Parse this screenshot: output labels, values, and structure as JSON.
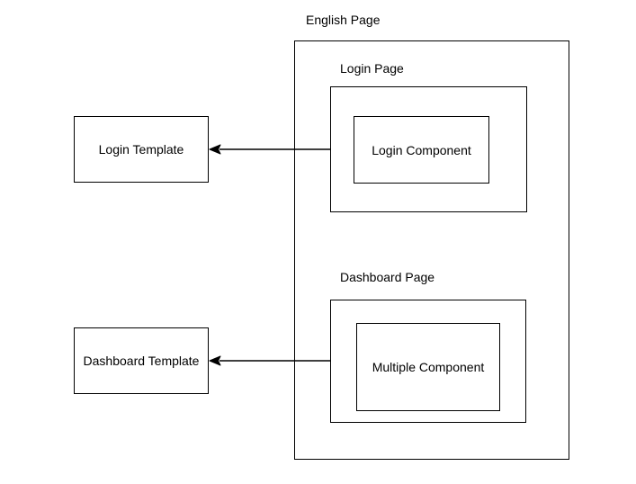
{
  "diagram": {
    "background_color": "#ffffff",
    "stroke_color": "#000000",
    "text_color": "#000000",
    "nodes": {
      "english_page": "English Page",
      "login_page": "Login Page",
      "login_component": "Login Component",
      "login_template": "Login Template",
      "dashboard_page": "Dashboard Page",
      "multiple_component": "Multiple Component",
      "dashboard_template": "Dashboard Template"
    },
    "edges": [
      {
        "from": "Login Page",
        "to": "Login Template",
        "arrow": "left"
      },
      {
        "from": "Dashboard Page",
        "to": "Dashboard Template",
        "arrow": "left"
      }
    ]
  }
}
